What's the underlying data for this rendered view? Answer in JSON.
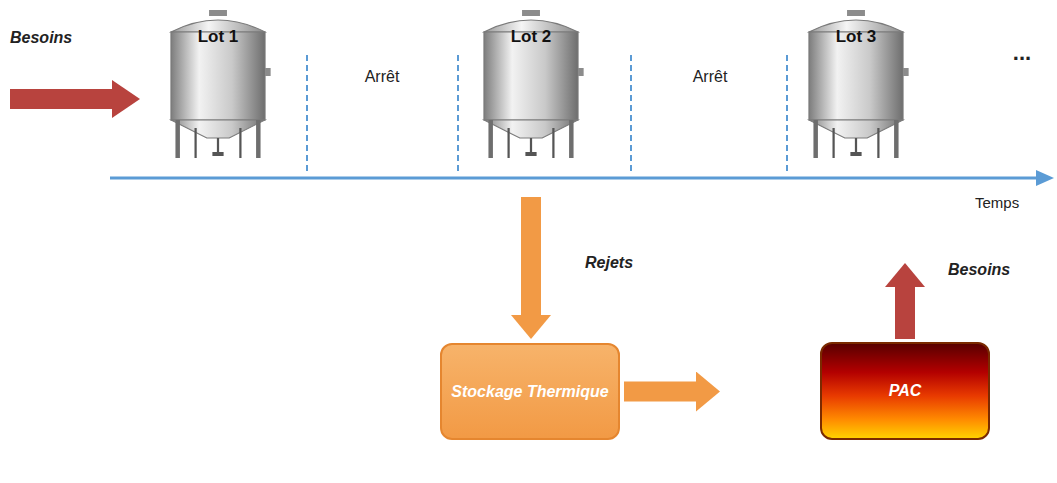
{
  "diagram": {
    "nodes": [
      {
        "text": [
          "Lot 1"
        ]
      },
      {
        "text": [
          "Lot 2"
        ]
      },
      {
        "text": [
          "Lot 3"
        ]
      },
      {
        "text": [
          "Stockage Thermique"
        ]
      },
      {
        "text": [
          "PAC"
        ]
      }
    ],
    "edges": [
      {
        "from": 1,
        "to": 3,
        "label": "Rejets",
        "arrow": "to"
      },
      {
        "from": 3,
        "to": 4,
        "arrow": "to"
      },
      {
        "from": 4,
        "to": 2,
        "label": "Besoins",
        "arrow": "to"
      }
    ],
    "labels": [
      "Besoins",
      "Arrêt",
      "Arrêt",
      "...",
      "Temps"
    ]
  }
}
